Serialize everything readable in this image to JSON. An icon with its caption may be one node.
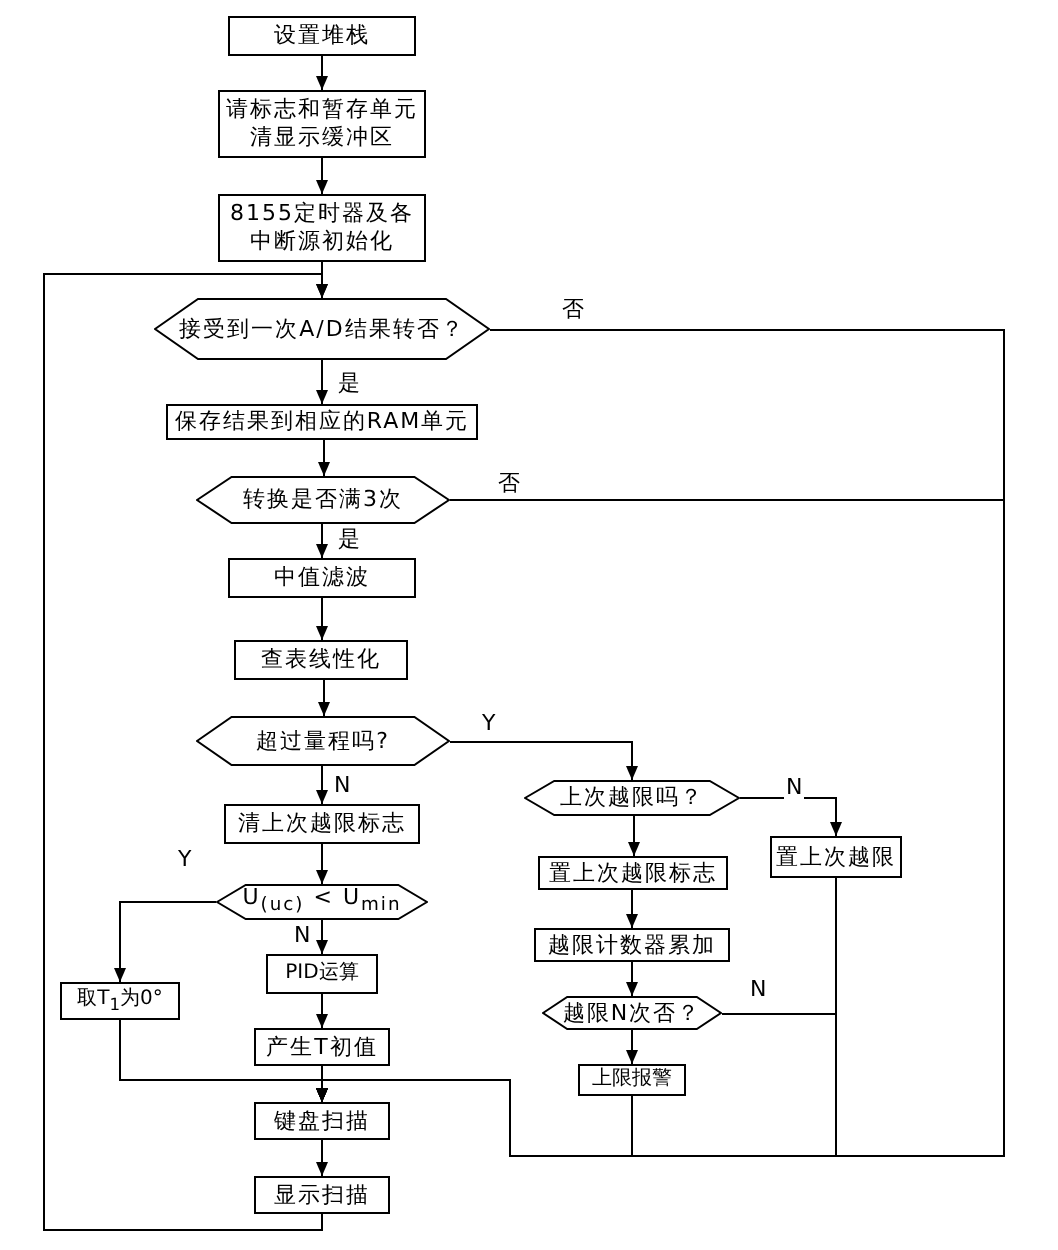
{
  "diagram": {
    "nodes": [
      {
        "text": [
          "设置堆栈"
        ]
      },
      {
        "text": [
          "请标志和暂存单元清显示缓冲区"
        ]
      },
      {
        "text": [
          "8155定时器及各中断源初始化"
        ]
      },
      {
        "text": [
          "接受到一次A/D结果转否？"
        ]
      },
      {
        "text": [
          "保存结果到相应的RAM单元"
        ]
      },
      {
        "text": [
          "转换是否满3次"
        ]
      },
      {
        "text": [
          "中值滤波"
        ]
      },
      {
        "text": [
          "查表线性化"
        ]
      },
      {
        "text": [
          "超过量程吗?"
        ]
      },
      {
        "text": [
          "清上次越限标志"
        ]
      },
      {
        "text": [
          "U$_{(uc)}$ < U$_{min}$"
        ]
      },
      {
        "text": [
          "取T$_{1}$为0°"
        ]
      },
      {
        "text": [
          "PID运算"
        ]
      },
      {
        "text": [
          "产生T初值"
        ]
      },
      {
        "text": [
          "键盘扫描"
        ]
      },
      {
        "text": [
          "显示扫描"
        ]
      },
      {
        "text": [
          "上次越限吗？"
        ]
      },
      {
        "text": [
          "置上次越限"
        ]
      },
      {
        "text": [
          "置上次越限标志"
        ]
      },
      {
        "text": [
          "越限计数器累加"
        ]
      },
      {
        "text": [
          "越限N次否？"
        ]
      },
      {
        "text": [
          "上限报警"
        ]
      }
    ],
    "edges": [
      {
        "from": 0,
        "to": 1,
        "arrow": "to"
      },
      {
        "from": 1,
        "to": 2,
        "arrow": "to"
      },
      {
        "from": 2,
        "to": 3,
        "arrow": "to"
      },
      {
        "from": 3,
        "to": 4,
        "arrow": "to",
        "label": "是"
      },
      {
        "from": 3,
        "to": 14,
        "arrow": "to",
        "label": "否"
      },
      {
        "from": 4,
        "to": 5,
        "arrow": "to"
      },
      {
        "from": 5,
        "to": 14,
        "arrow": "to",
        "label": "否"
      },
      {
        "from": 5,
        "to": 6,
        "arrow": "to",
        "label": "是"
      },
      {
        "from": 6,
        "to": 7,
        "arrow": "to"
      },
      {
        "from": 7,
        "to": 8,
        "arrow": "to"
      },
      {
        "from": 8,
        "to": 16,
        "arrow": "to",
        "label": "Y"
      },
      {
        "from": 8,
        "to": 9,
        "arrow": "to",
        "label": "N"
      },
      {
        "from": 9,
        "to": 10,
        "arrow": "to"
      },
      {
        "from": 10,
        "to": 11,
        "arrow": "to",
        "label": "Y"
      },
      {
        "from": 10,
        "to": 12,
        "arrow": "to",
        "label": "N"
      },
      {
        "from": 11,
        "to": 14,
        "arrow": "to"
      },
      {
        "from": 12,
        "to": 13,
        "arrow": "to"
      },
      {
        "from": 13,
        "to": 14,
        "arrow": "to"
      },
      {
        "from": 14,
        "to": 15,
        "arrow": "to"
      },
      {
        "from": 15,
        "to": 3,
        "arrow": "to"
      },
      {
        "from": 16,
        "to": 18,
        "arrow": "to"
      },
      {
        "from": 16,
        "to": 17,
        "arrow": "to",
        "label": "N"
      },
      {
        "from": 18,
        "to": 19,
        "arrow": "to"
      },
      {
        "from": 19,
        "to": 20,
        "arrow": "to"
      },
      {
        "from": 20,
        "to": 21,
        "arrow": "to"
      },
      {
        "from": 20,
        "to": 14,
        "arrow": "to",
        "label": "N"
      },
      {
        "from": 17,
        "to": 14,
        "arrow": "to"
      },
      {
        "from": 21,
        "to": 14,
        "arrow": "to"
      }
    ]
  }
}
